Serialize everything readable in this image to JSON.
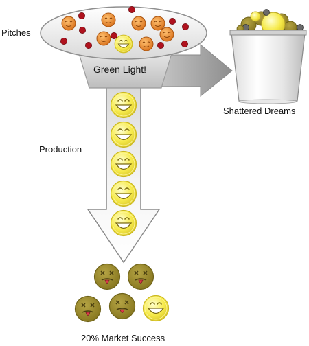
{
  "labels": {
    "pitches": "Pitches",
    "green_light": "Green Light!",
    "production": "Production",
    "shattered_dreams": "Shattered Dreams",
    "market_success": "20% Market Success"
  },
  "colors": {
    "orange_ball": "#e8821e",
    "red_dot": "#b0121e",
    "yellow_face": "#f6e94a",
    "sick_face": "#9a8a2a",
    "arrow_gray": "#999999",
    "funnel_gray": "#cfcfcf"
  },
  "icons": {
    "happy_face": "smiley-face-icon",
    "sick_face": "sick-face-icon",
    "orange_pitch": "orange-ball-icon",
    "red_pitch": "red-dot-icon",
    "trash_bin": "trash-bin-icon"
  }
}
